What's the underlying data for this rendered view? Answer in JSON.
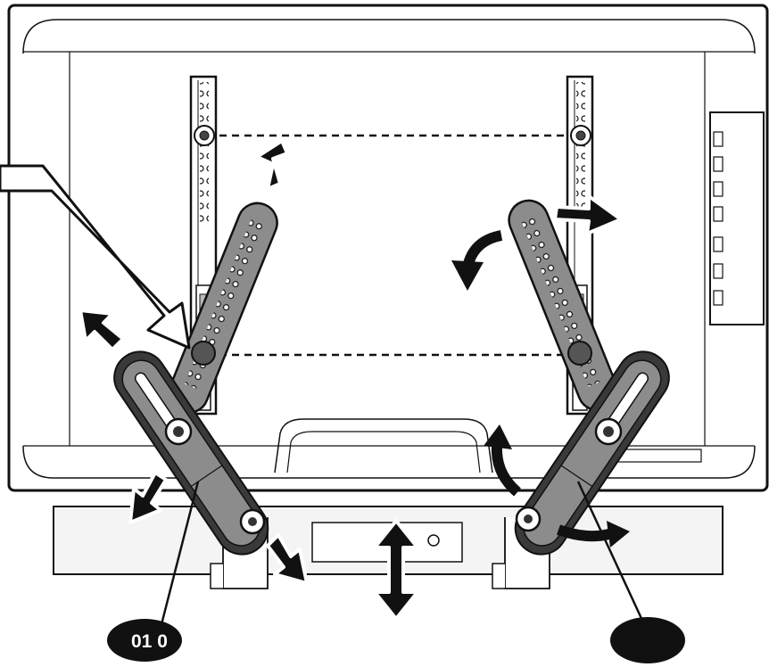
{
  "diagram": {
    "callouts": [
      {
        "id": "left",
        "label": "01 0"
      },
      {
        "id": "right",
        "label": ""
      }
    ],
    "colors": {
      "line": "#111111",
      "arm_fill": "#8c8c8c",
      "arm_dark": "#3a3a3a",
      "bar_base": "#f4f4f4",
      "background": "#ffffff"
    },
    "icons": [
      "arrow-up-icon",
      "arrow-down-icon",
      "double-arrow-icon",
      "rotate-arrow-icon",
      "pointer-arrow-icon"
    ]
  }
}
